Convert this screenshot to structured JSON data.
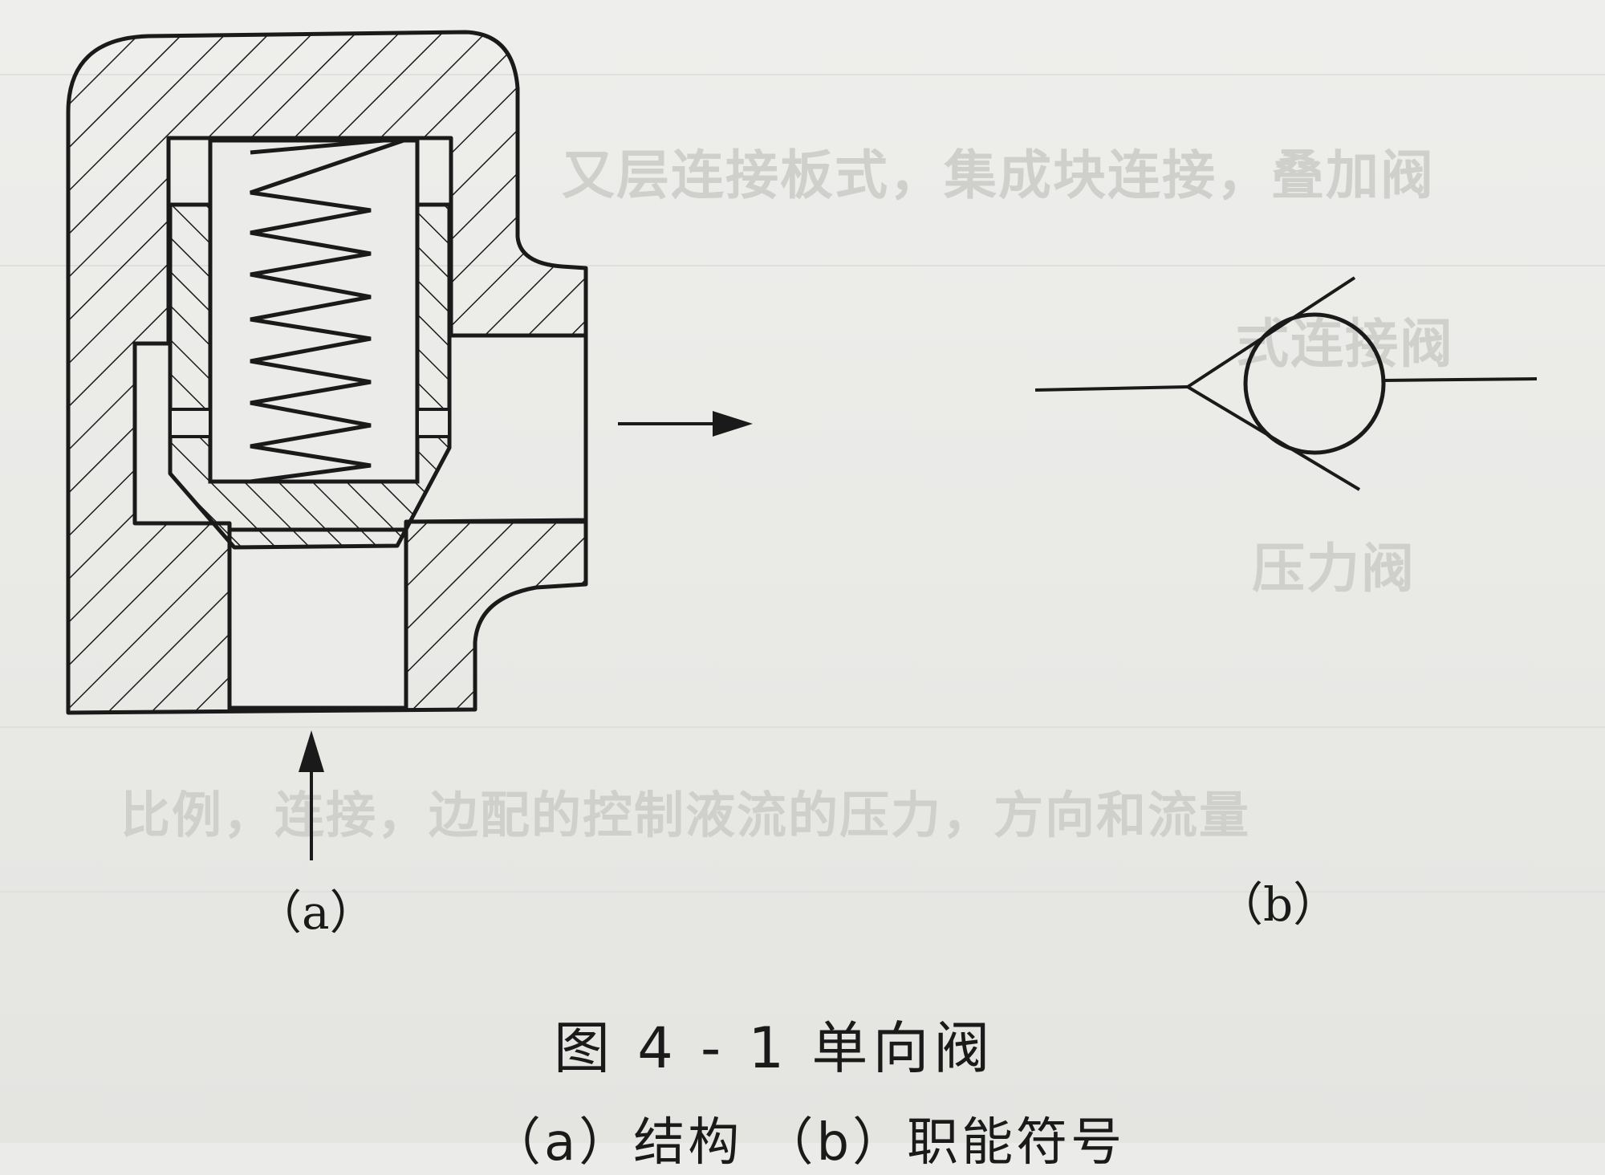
{
  "labels": {
    "a": "（a）",
    "b": "（b）"
  },
  "caption": {
    "figure": "图 4 - 1   单向阀",
    "sub": "（a）结构 （b）职能符号"
  },
  "bleed_through": [
    "又层连接板式，集成块连接，叠加阀",
    "式连接阀",
    "压力阀",
    "比例，连接，边配的控制液流的压力，方向和流量"
  ],
  "colors": {
    "ink": "#1a1a1a",
    "paper": "#ebebe9",
    "bleed": "#cfcfcc"
  }
}
